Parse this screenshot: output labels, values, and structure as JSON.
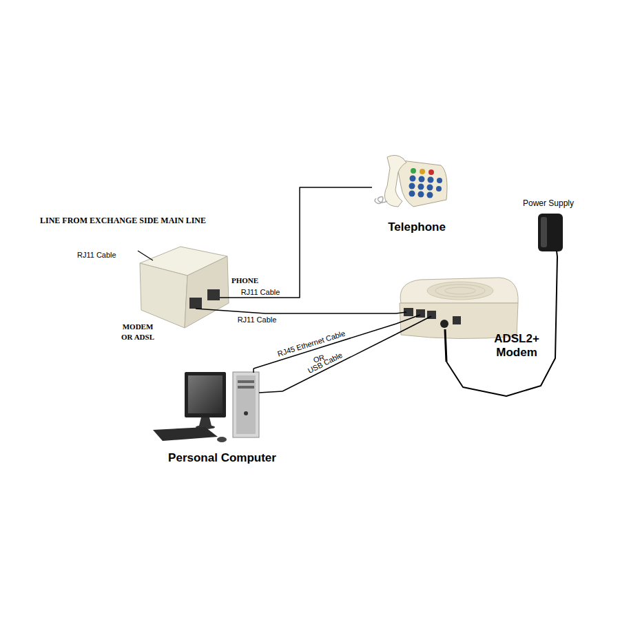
{
  "diagram": {
    "nodes": [
      {
        "text": [
          "Telephone"
        ]
      },
      {
        "text": [
          "Power Supply"
        ]
      },
      {
        "text": [
          "PHONE",
          "MODEM OR ADSL"
        ]
      },
      {
        "text": [
          "ADSL2+ Modem"
        ]
      },
      {
        "text": [
          "Personal Computer"
        ]
      }
    ],
    "edges": [
      {
        "from": 2,
        "to": 0,
        "arrow": "none",
        "label": "RJ11 Cable"
      },
      {
        "from": 2,
        "to": 3,
        "arrow": "none",
        "label": "RJ11 Cable"
      },
      {
        "from": 1,
        "to": 3,
        "arrow": "none"
      },
      {
        "from": 4,
        "to": 3,
        "arrow": "none",
        "label": "RJ45 Ethernet Cable"
      },
      {
        "from": 4,
        "to": 3,
        "arrow": "none",
        "label": "USB Cable"
      }
    ],
    "labels": [
      "LINE FROM EXCHANGE SIDE MAIN LINE",
      "RJ11 Cable",
      "OR"
    ]
  }
}
